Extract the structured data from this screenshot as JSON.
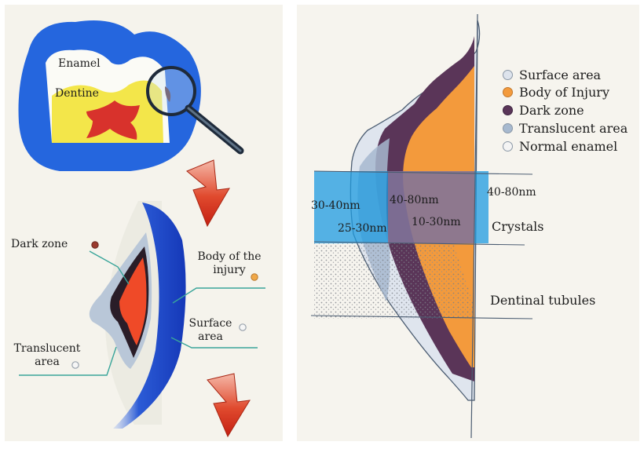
{
  "left_panel": {
    "tooth_labels": {
      "enamel": "Enamel",
      "dentine": "Dentine"
    },
    "zone_labels": {
      "dark_zone": "Dark zone",
      "body": "Body of the injury",
      "surface": "Surface area",
      "translucent": "Translucent area"
    }
  },
  "right_panel": {
    "legend": [
      {
        "label": "Surface area",
        "color": "#dde3ec"
      },
      {
        "label": "Body of Injury",
        "color": "#f39a3c"
      },
      {
        "label": "Dark zone",
        "color": "#5a3558"
      },
      {
        "label": "Translucent area",
        "color": "#a7b9cf"
      },
      {
        "label": "Normal enamel",
        "color": "#f4f4f4"
      }
    ],
    "crystal_sizes": {
      "normal": "30-40nm",
      "translucent": "25-30nm",
      "body_top": "40-80nm",
      "body_bottom": "10-30nm",
      "surface": "40-80nm"
    },
    "band_labels": {
      "crystals": "Crystals",
      "tubules": "Dentinal tubules"
    }
  },
  "colors": {
    "blue_halo": "#1f5fd6",
    "dentine": "#f3e64a",
    "pulp": "#d8322c",
    "orange": "#f39a3c",
    "dark_zone": "#5a3558",
    "translucent": "#a7b9cf",
    "arrow_red": "#d8321e",
    "crystal_band": "#1e9be0"
  }
}
